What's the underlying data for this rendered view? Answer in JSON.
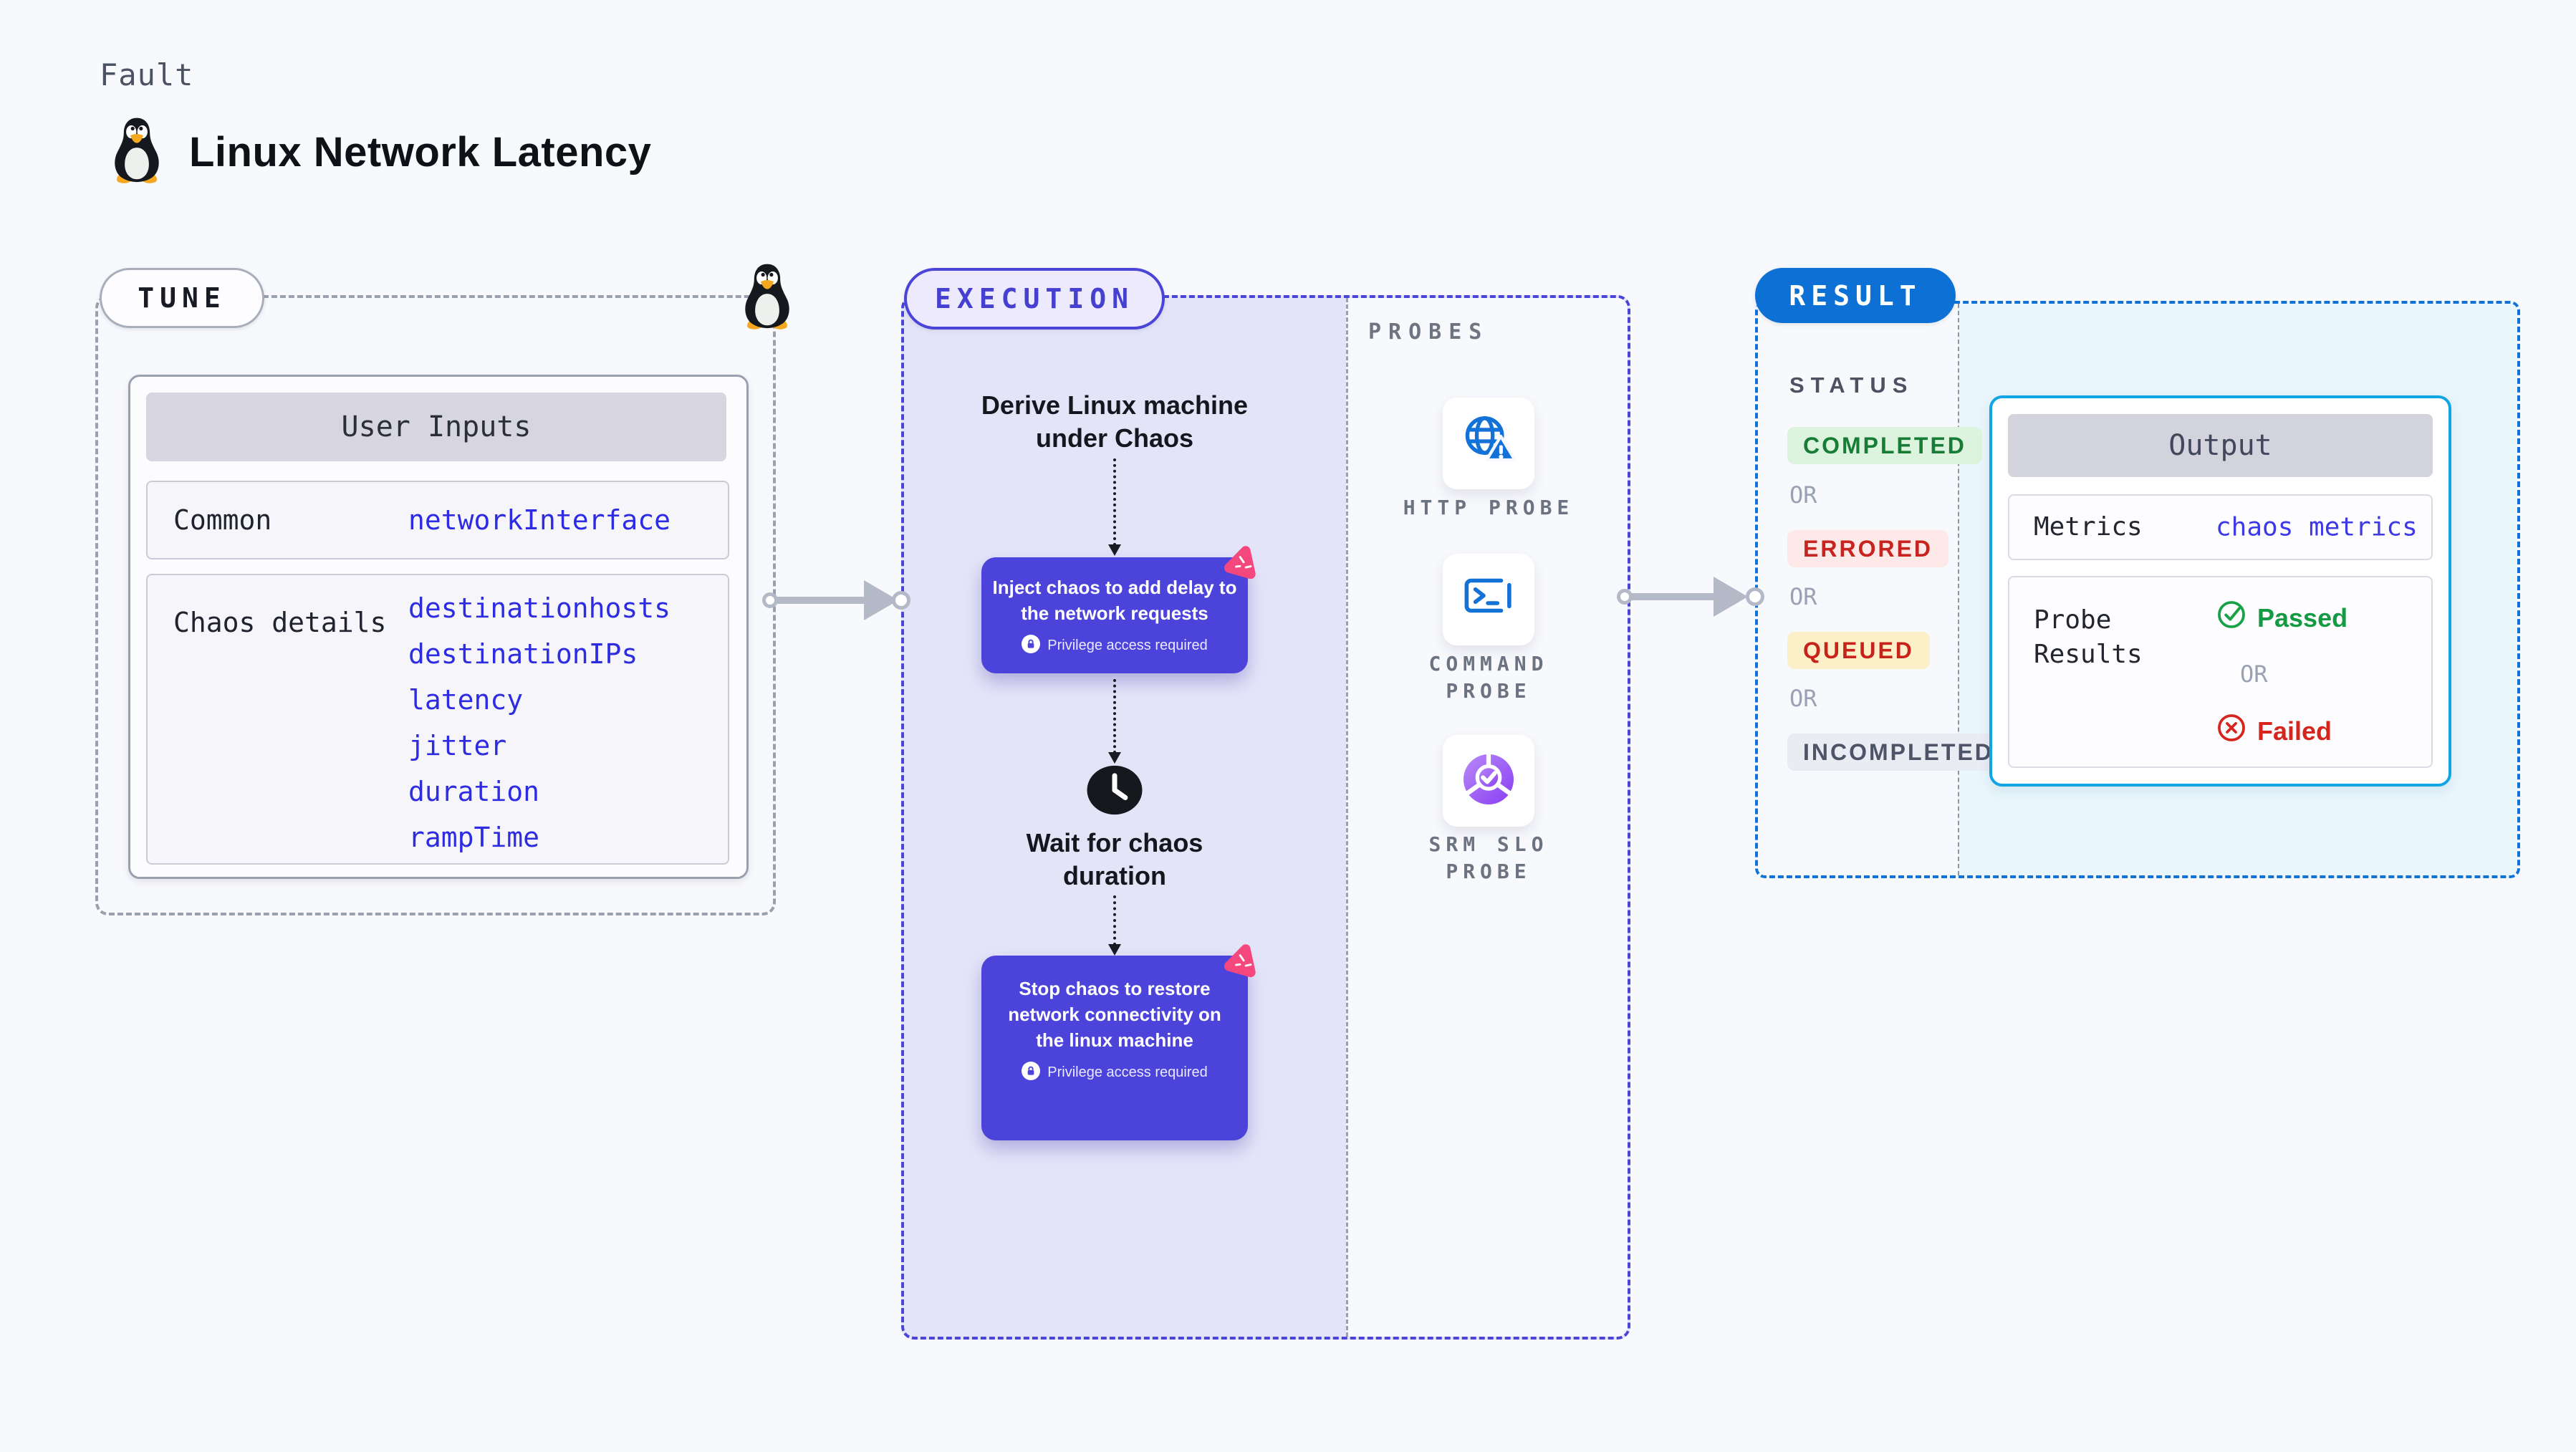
{
  "header": {
    "kicker": "Fault",
    "title": "Linux Network Latency"
  },
  "colors": {
    "page_bg": "#f8f9fd",
    "execution_bg": "#e4e4f9",
    "execution_accent": "#4a45d7",
    "chaos_card": "#4b43da",
    "chaos_logo_pink": "#f4477e",
    "result_accent": "#0c70d4",
    "result_bg": "#e9f6fc",
    "output_border": "#12a5e4",
    "code_blue": "#2e2ce2",
    "connector_gray": "#b3b9c6",
    "probe_icon_blue": "#1272d8"
  },
  "tune": {
    "badge": "TUNE",
    "card_title": "User Inputs",
    "rows": [
      {
        "label": "Common",
        "values": [
          "networkInterface"
        ]
      },
      {
        "label": "Chaos details",
        "values": [
          "destinationhosts",
          "destinationIPs",
          "latency",
          "jitter",
          "duration",
          "rampTime"
        ]
      }
    ]
  },
  "execution": {
    "badge": "EXECUTION",
    "derive_lines": [
      "Derive Linux machine",
      "under Chaos"
    ],
    "inject": {
      "text": "Inject chaos to add delay to the network requests",
      "privilege": "Privilege access required"
    },
    "wait_lines": [
      "Wait for chaos",
      "duration"
    ],
    "stop": {
      "text": "Stop chaos to restore network connectivity on the linux machine",
      "privilege": "Privilege access required"
    }
  },
  "probes": {
    "label": "PROBES",
    "items": [
      {
        "label": "HTTP PROBE",
        "icon": "globe-alert-icon"
      },
      {
        "label": "COMMAND PROBE",
        "icon": "terminal-icon"
      },
      {
        "label": "SRM SLO PROBE",
        "icon": "slo-check-icon"
      }
    ]
  },
  "result": {
    "badge": "RESULT",
    "status_label": "STATUS",
    "or": "OR",
    "statuses": [
      {
        "label": "COMPLETED",
        "bg": "#dcf3dd",
        "fg": "#177d36"
      },
      {
        "label": "ERRORED",
        "bg": "#fdeae8",
        "fg": "#c7231f"
      },
      {
        "label": "QUEUED",
        "bg": "#fcf0c9",
        "fg": "#c8231b"
      },
      {
        "label": "INCOMPLETED",
        "bg": "#eaecf3",
        "fg": "#4e5468"
      }
    ],
    "output": {
      "title": "Output",
      "metrics_label": "Metrics",
      "metrics_value": "chaos metrics",
      "probe_label_lines": [
        "Probe",
        "Results"
      ],
      "passed": "Passed",
      "or": "OR",
      "failed": "Failed"
    }
  }
}
